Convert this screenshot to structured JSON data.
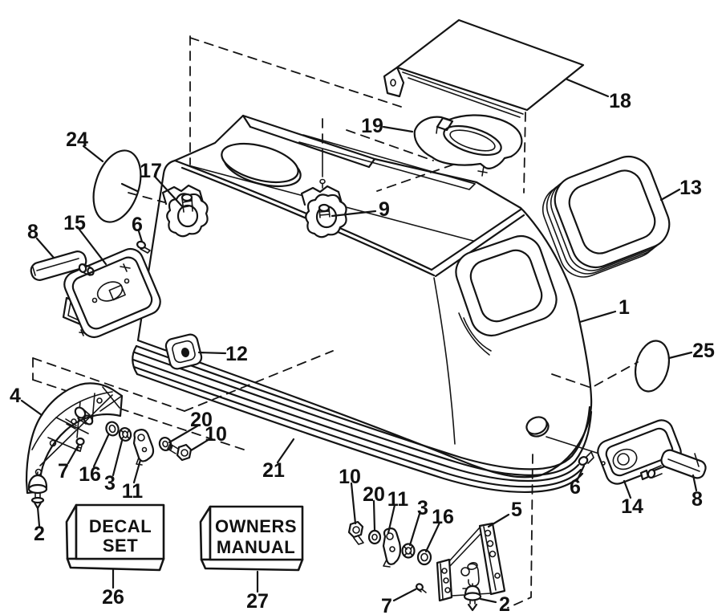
{
  "drawing": {
    "background": "#ffffff",
    "ink": "#141414",
    "callouts": {
      "n1": "1",
      "n2_left": "2",
      "n2_bottom": "2",
      "n3_left": "3",
      "n3_bottom": "3",
      "n4": "4",
      "n5": "5",
      "n6_left": "6",
      "n6_right": "6",
      "n7_left": "7",
      "n7_bottom": "7",
      "n8_left": "8",
      "n8_right": "8",
      "n9": "9",
      "n10_left": "10",
      "n10_bottom": "10",
      "n11_left": "11",
      "n11_bottom": "11",
      "n12": "12",
      "n13": "13",
      "n14": "14",
      "n15": "15",
      "n16_left": "16",
      "n16_bottom": "16",
      "n17": "17",
      "n18": "18",
      "n19": "19",
      "n20_left": "20",
      "n20_bottom": "20",
      "n21": "21",
      "n24": "24",
      "n25": "25",
      "n26": "26",
      "n27": "27"
    },
    "boxes": {
      "decal_set": {
        "line1": "DECAL",
        "line2": "SET"
      },
      "owners_manual": {
        "line1": "OWNERS",
        "line2": "MANUAL"
      }
    }
  }
}
